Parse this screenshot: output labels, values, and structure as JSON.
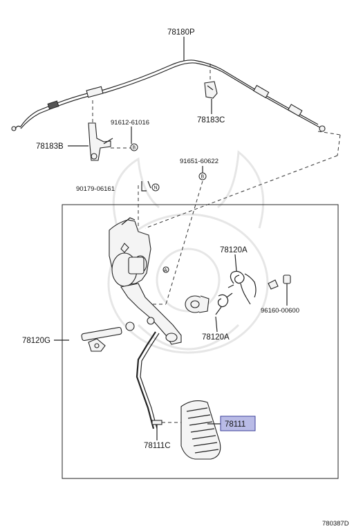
{
  "labels": {
    "p78180P": "78180P",
    "p91612": "91612-61016",
    "p78183C": "78183C",
    "p78183B": "78183B",
    "p91651": "91651-60622",
    "p90179": "90179-06161",
    "p78120A_top": "78120A",
    "p96160": "96160-00600",
    "p78120G": "78120G",
    "p78120A_bottom": "78120A",
    "p78111": "78111",
    "p78111C": "78111C",
    "diagram_code": "780387D"
  },
  "markers": {
    "b1": "B",
    "b2": "B",
    "n": "N"
  },
  "colors": {
    "highlight": "#b9bbe6",
    "highlight_border": "#3b3f9a",
    "ink": "#222222"
  }
}
